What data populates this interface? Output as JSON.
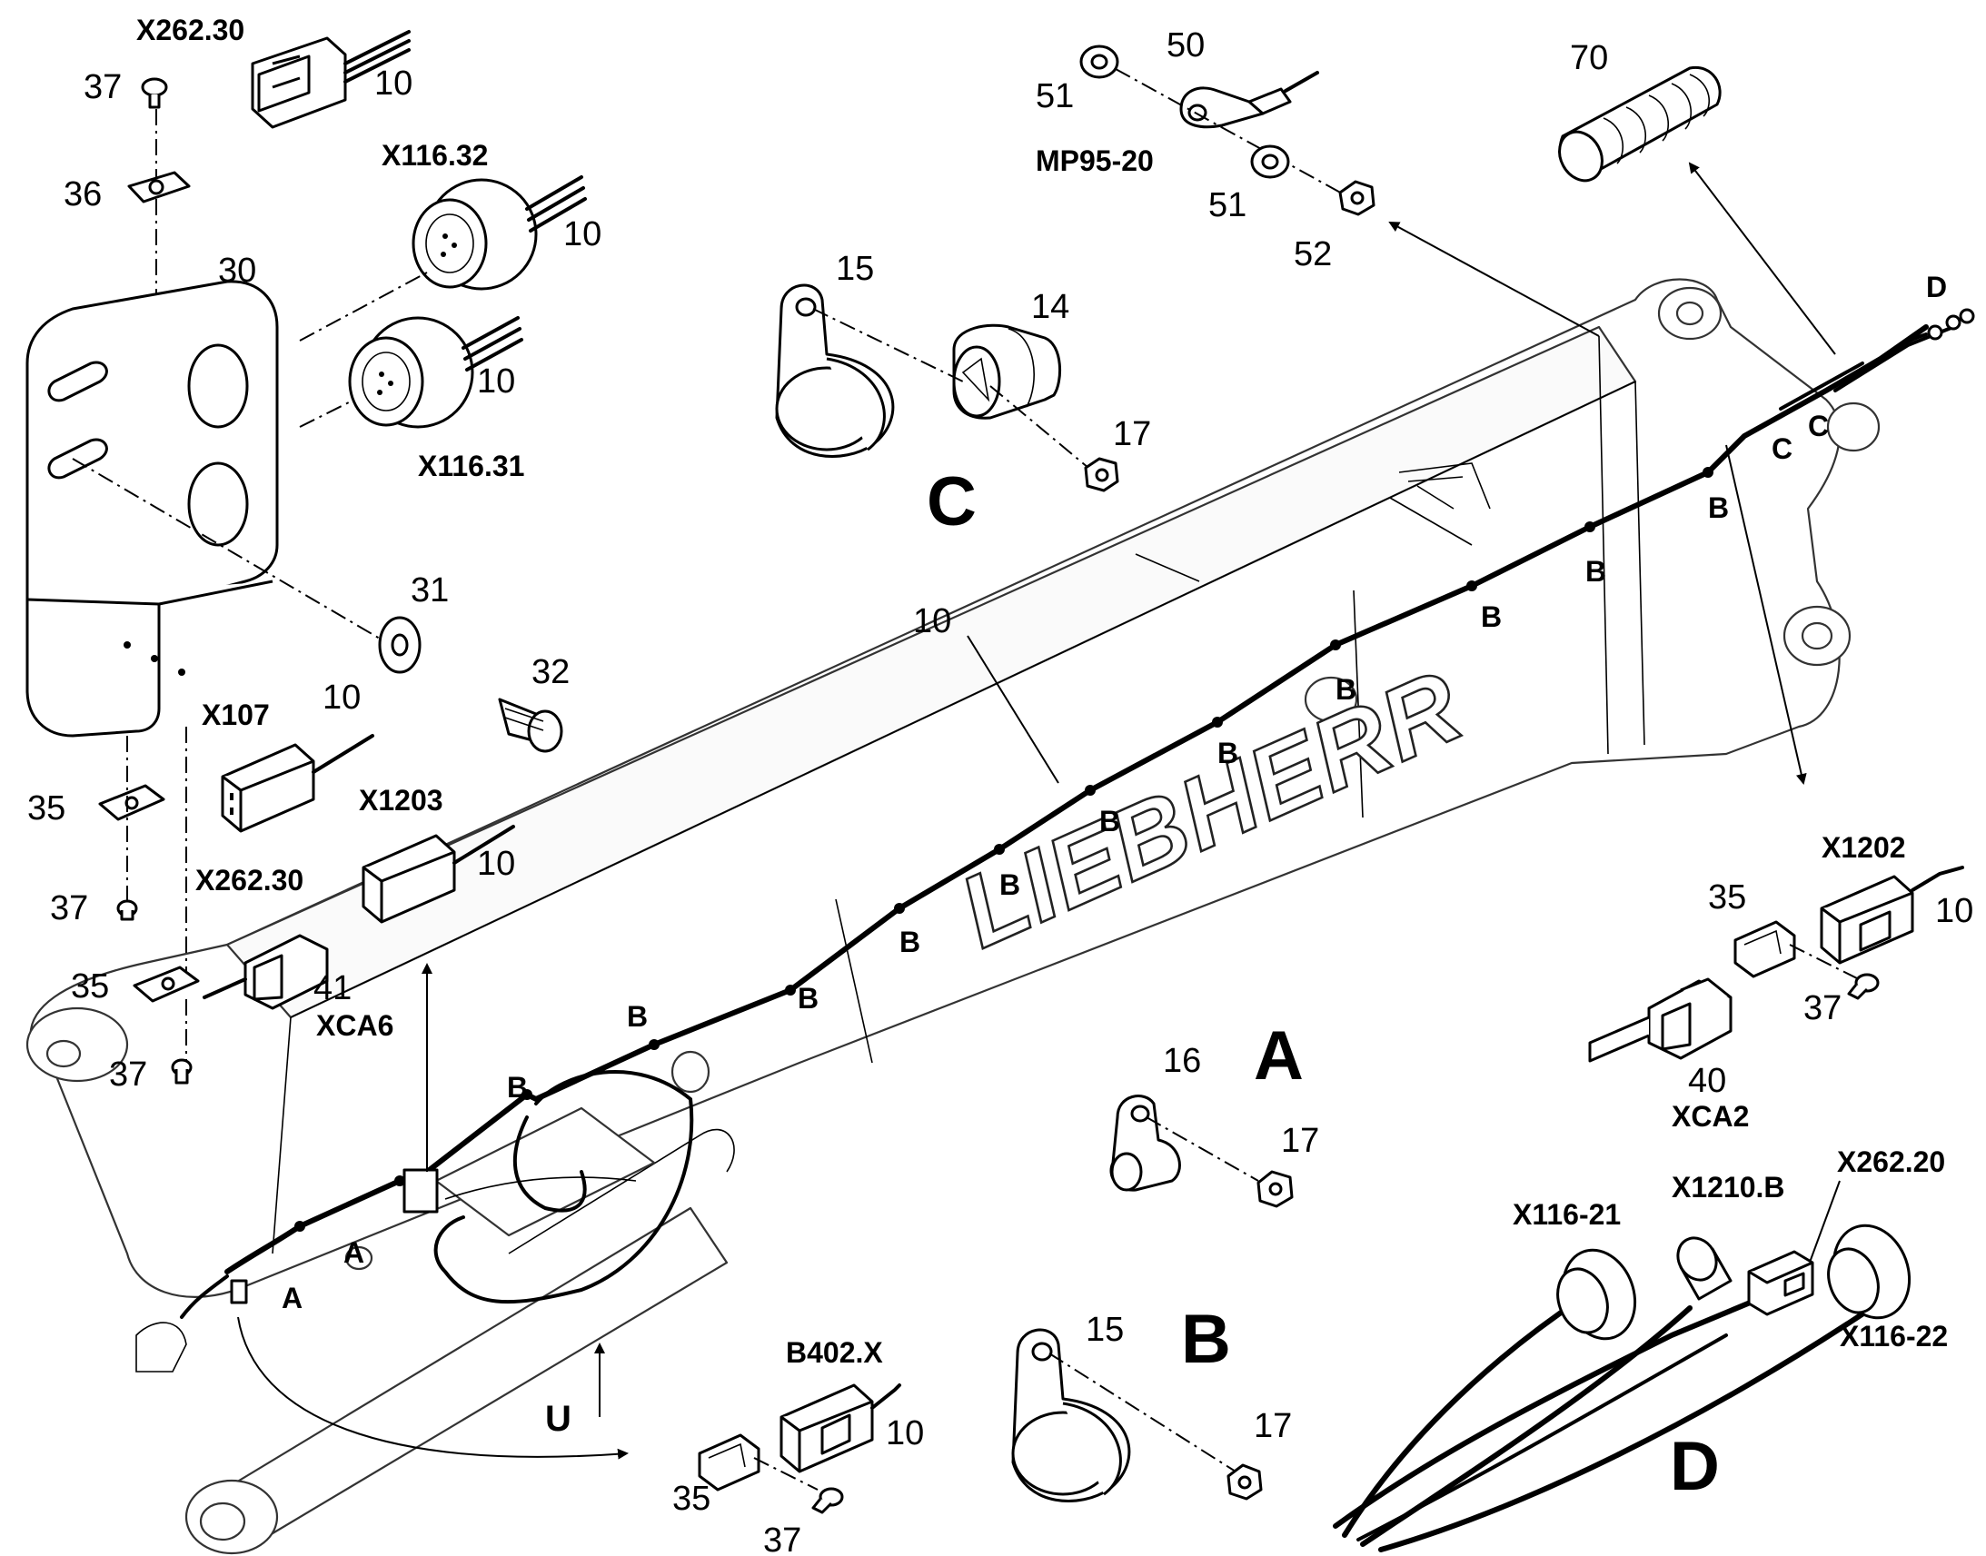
{
  "brand": "LIEBHERR",
  "sections": [
    "A",
    "B",
    "C",
    "D"
  ],
  "view_arrow": "U",
  "connectors": {
    "x262_30_top": "X262.30",
    "x116_32": "X116.32",
    "x116_31": "X116.31",
    "x107": "X107",
    "x1203": "X1203",
    "x262_30_mid": "X262.30",
    "xca6": "XCA6",
    "b402x": "B402.X",
    "mp95_20": "MP95-20",
    "x1202": "X1202",
    "xca2": "XCA2",
    "x116_21": "X116-21",
    "x1210b": "X1210.B",
    "x262_20": "X262.20",
    "x116_22": "X116-22"
  },
  "item_numbers": {
    "n37a": "37",
    "n10a": "10",
    "n36": "36",
    "n10b": "10",
    "n30": "30",
    "n10c": "10",
    "n31": "31",
    "n32": "32",
    "n10d": "10",
    "n35a": "35",
    "n10e": "10",
    "n37b": "37",
    "n35b": "35",
    "n41": "41",
    "n37c": "37",
    "n51a": "51",
    "n50": "50",
    "n51b": "51",
    "n52": "52",
    "n70": "70",
    "n15a": "15",
    "n14": "14",
    "n17a": "17",
    "n10main": "10",
    "n16": "16",
    "n17b": "17",
    "n35c": "35",
    "n10f": "10",
    "n37d": "37",
    "n40": "40",
    "n35d": "35",
    "n10g": "10",
    "n37e": "37",
    "n15b": "15",
    "n17c": "17"
  },
  "harness_clips": [
    "A",
    "A",
    "B",
    "B",
    "B",
    "B",
    "B",
    "B",
    "B",
    "B",
    "B",
    "B",
    "B"
  ],
  "end_clips": [
    "C",
    "C",
    "D"
  ]
}
